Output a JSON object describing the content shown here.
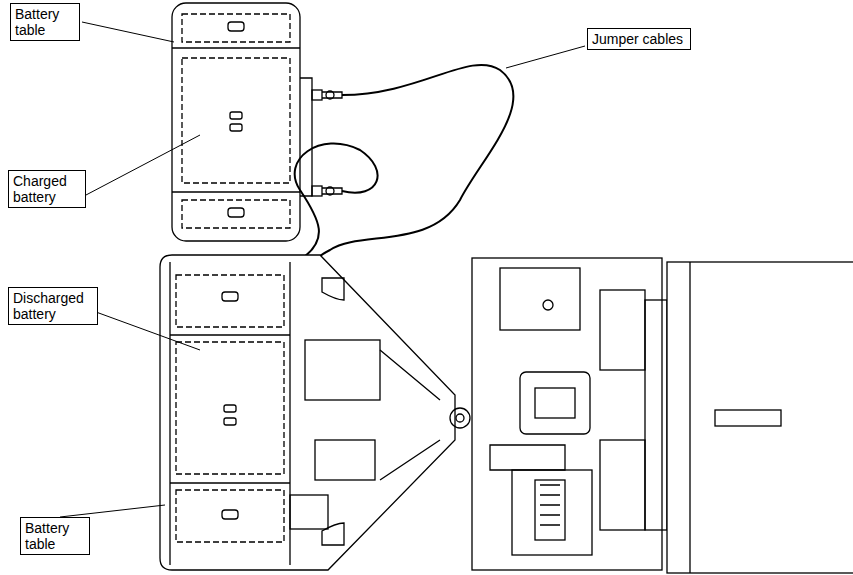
{
  "diagram": {
    "nodes": [
      {
        "text": [
          "Battery table"
        ]
      },
      {
        "text": [
          "Jumper cables"
        ]
      },
      {
        "text": [
          "Charged battery"
        ]
      },
      {
        "text": [
          "Discharged battery"
        ]
      },
      {
        "text": [
          "Battery table"
        ]
      }
    ]
  }
}
